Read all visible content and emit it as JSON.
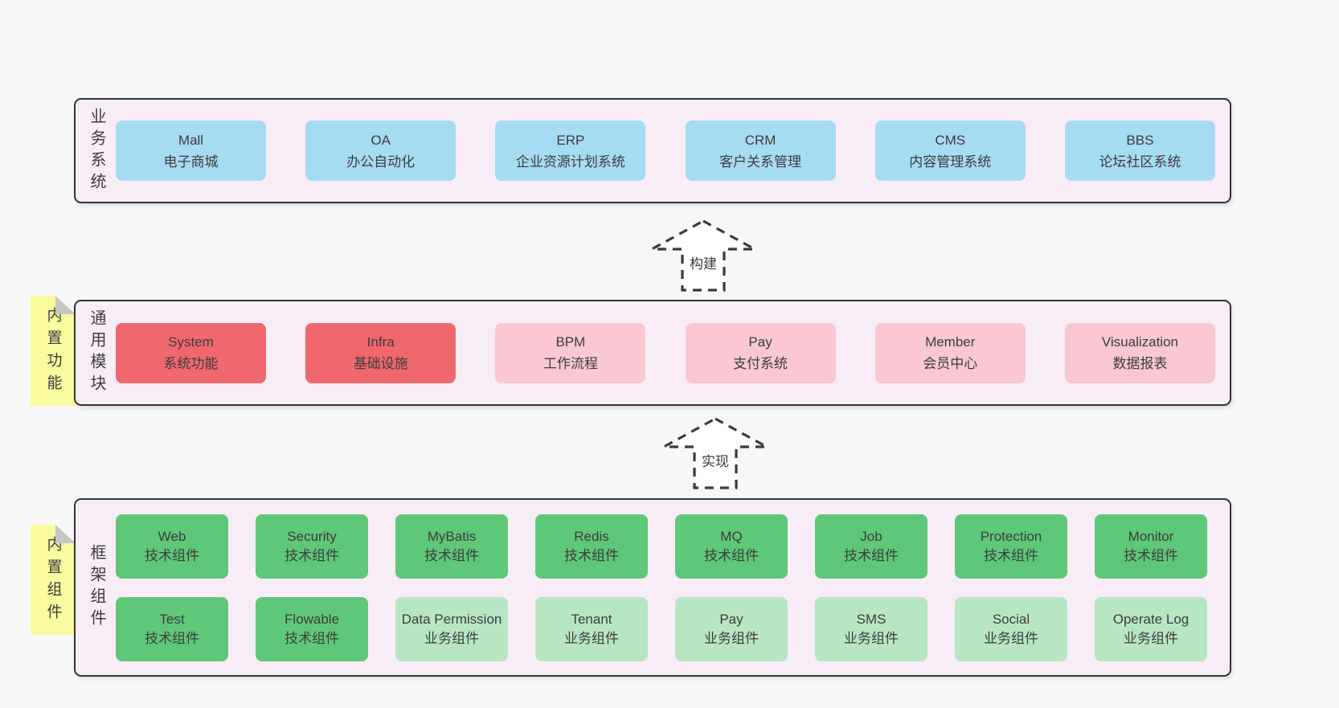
{
  "colors": {
    "page_bg": "#f7f7f7",
    "panel_bg": "#f8edf6",
    "panel_border": "#343434",
    "business_box": "#a6dbf4",
    "core_module_box": "#f0686e",
    "extension_module_box": "#f9c8d2",
    "tech_component_box": "#5ec878",
    "biz_component_box": "#b7e6c3",
    "sticky_note": "#fafa9e",
    "text": "#3d3d3d"
  },
  "arrows": {
    "build": "构建",
    "implement": "实现"
  },
  "panels": {
    "business": {
      "label": "业务系统",
      "boxes": [
        {
          "title": "Mall",
          "subtitle": "电子商城"
        },
        {
          "title": "OA",
          "subtitle": "办公自动化"
        },
        {
          "title": "ERP",
          "subtitle": "企业资源计划系统"
        },
        {
          "title": "CRM",
          "subtitle": "客户关系管理"
        },
        {
          "title": "CMS",
          "subtitle": "内容管理系统"
        },
        {
          "title": "BBS",
          "subtitle": "论坛社区系统"
        }
      ]
    },
    "modules": {
      "label": "通用模块",
      "tab": "内置功能",
      "boxes": [
        {
          "title": "System",
          "subtitle": "系统功能"
        },
        {
          "title": "Infra",
          "subtitle": "基础设施"
        },
        {
          "title": "BPM",
          "subtitle": "工作流程"
        },
        {
          "title": "Pay",
          "subtitle": "支付系统"
        },
        {
          "title": "Member",
          "subtitle": "会员中心"
        },
        {
          "title": "Visualization",
          "subtitle": "数据报表"
        }
      ]
    },
    "components": {
      "label": "框架组件",
      "tab": "内置组件",
      "rows": [
        [
          {
            "title": "Web",
            "subtitle": "技术组件"
          },
          {
            "title": "Security",
            "subtitle": "技术组件"
          },
          {
            "title": "MyBatis",
            "subtitle": "技术组件"
          },
          {
            "title": "Redis",
            "subtitle": "技术组件"
          },
          {
            "title": "MQ",
            "subtitle": "技术组件"
          },
          {
            "title": "Job",
            "subtitle": "技术组件"
          },
          {
            "title": "Protection",
            "subtitle": "技术组件"
          },
          {
            "title": "Monitor",
            "subtitle": "技术组件"
          }
        ],
        [
          {
            "title": "Test",
            "subtitle": "技术组件"
          },
          {
            "title": "Flowable",
            "subtitle": "技术组件"
          },
          {
            "title": "Data Permission",
            "subtitle": "业务组件"
          },
          {
            "title": "Tenant",
            "subtitle": "业务组件"
          },
          {
            "title": "Pay",
            "subtitle": "业务组件"
          },
          {
            "title": "SMS",
            "subtitle": "业务组件"
          },
          {
            "title": "Social",
            "subtitle": "业务组件"
          },
          {
            "title": "Operate Log",
            "subtitle": "业务组件"
          }
        ]
      ]
    }
  }
}
